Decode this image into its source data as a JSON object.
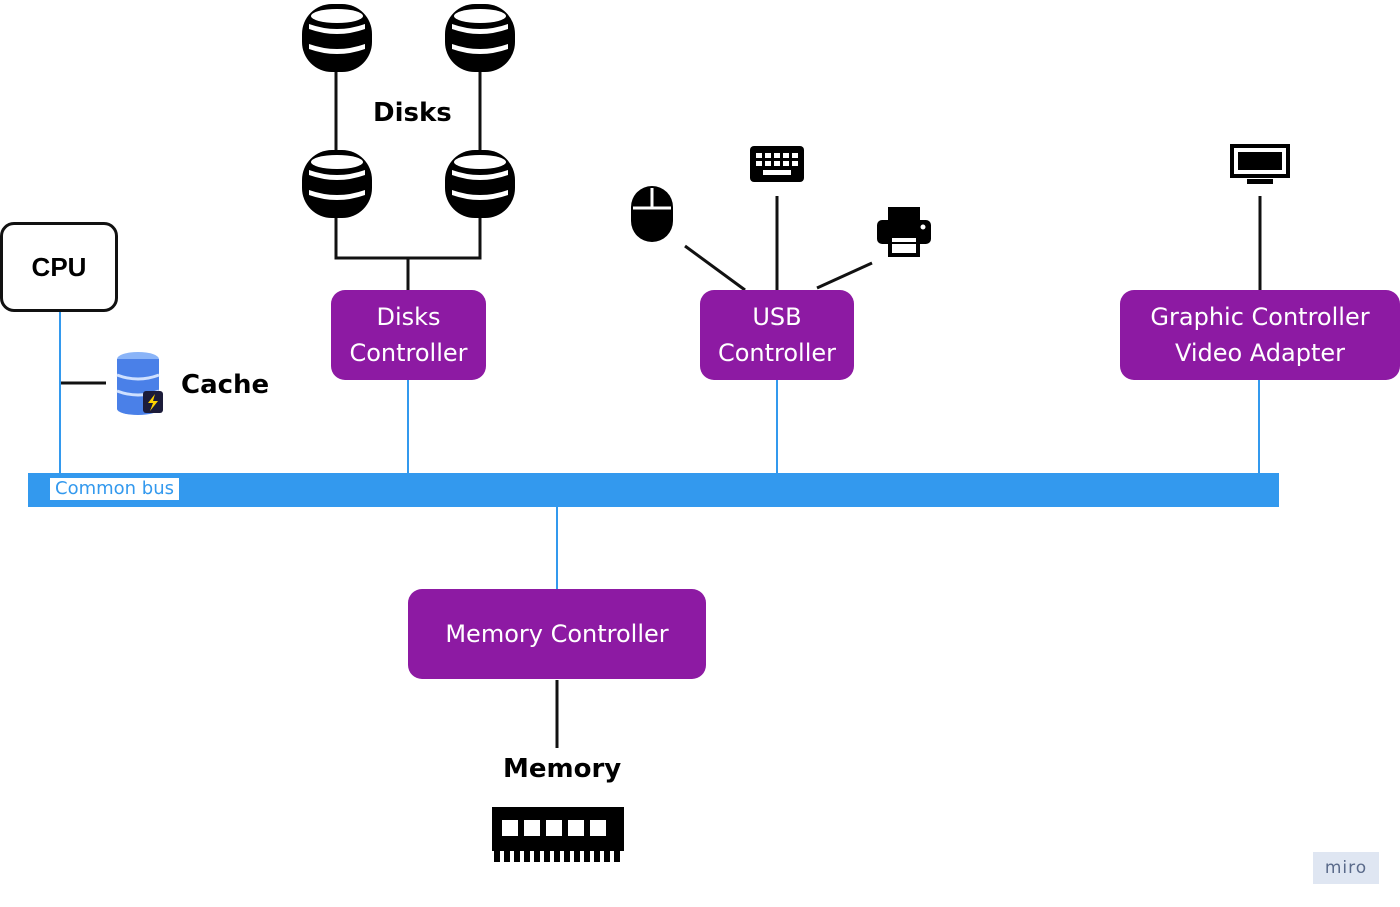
{
  "nodes": {
    "cpu": "CPU",
    "cache": "Cache",
    "disks": "Disks",
    "disks_controller": [
      "Disks",
      "Controller"
    ],
    "usb_controller": [
      "USB",
      "Controller"
    ],
    "graphic_controller": [
      "Graphic Controller",
      "Video Adapter"
    ],
    "memory_controller": "Memory Controller",
    "memory": "Memory"
  },
  "bus": {
    "label": "Common bus"
  },
  "watermark": "miro",
  "icons": [
    "database-icon",
    "cache-database-icon",
    "mouse-icon",
    "keyboard-icon",
    "printer-icon",
    "monitor-icon",
    "ram-module-icon"
  ],
  "colors": {
    "controller": "#8d1aa3",
    "bus": "#3399ee",
    "line": "#111111"
  }
}
